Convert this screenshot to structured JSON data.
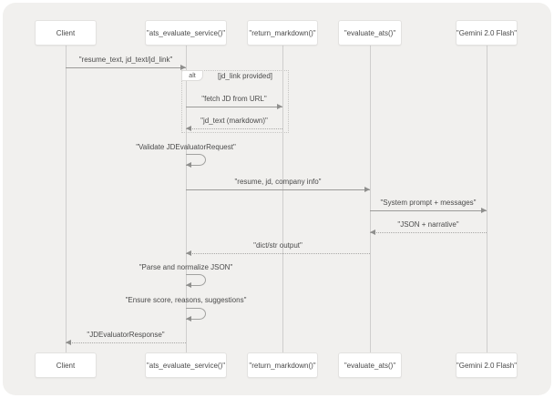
{
  "diagram": {
    "type": "sequence",
    "participants": [
      {
        "label": "Client"
      },
      {
        "label": "\"ats_evaluate_service()\""
      },
      {
        "label": "\"return_markdown()\""
      },
      {
        "label": "\"evaluate_ats()\""
      },
      {
        "label": "\"Gemini 2.0 Flash\""
      }
    ],
    "alt_fragment": {
      "operator": "alt",
      "condition": "[jd_link provided]"
    },
    "messages": [
      {
        "from": "Client",
        "to": "\"ats_evaluate_service()\"",
        "label": "\"resume_text, jd_text/jd_link\"",
        "line": "solid"
      },
      {
        "from": "\"ats_evaluate_service()\"",
        "to": "\"return_markdown()\"",
        "label": "\"fetch JD from URL\"",
        "line": "solid",
        "in_fragment": "alt"
      },
      {
        "from": "\"return_markdown()\"",
        "to": "\"ats_evaluate_service()\"",
        "label": "\"jd_text (markdown)\"",
        "line": "dotted",
        "in_fragment": "alt"
      },
      {
        "self": true,
        "on": "\"ats_evaluate_service()\"",
        "label": "\"Validate JDEvaluatorRequest\"",
        "line": "solid"
      },
      {
        "from": "\"ats_evaluate_service()\"",
        "to": "\"evaluate_ats()\"",
        "label": "\"resume, jd, company info\"",
        "line": "solid"
      },
      {
        "from": "\"evaluate_ats()\"",
        "to": "\"Gemini 2.0 Flash\"",
        "label": "\"System prompt + messages\"",
        "line": "solid"
      },
      {
        "from": "\"Gemini 2.0 Flash\"",
        "to": "\"evaluate_ats()\"",
        "label": "\"JSON + narrative\"",
        "line": "dotted"
      },
      {
        "from": "\"evaluate_ats()\"",
        "to": "\"ats_evaluate_service()\"",
        "label": "\"dict/str output\"",
        "line": "dotted"
      },
      {
        "self": true,
        "on": "\"ats_evaluate_service()\"",
        "label": "\"Parse and normalize JSON\"",
        "line": "solid"
      },
      {
        "self": true,
        "on": "\"ats_evaluate_service()\"",
        "label": "\"Ensure score, reasons, suggestions\"",
        "line": "solid"
      },
      {
        "from": "\"ats_evaluate_service()\"",
        "to": "Client",
        "label": "\"JDEvaluatorResponse\"",
        "line": "dotted"
      }
    ],
    "colors": {
      "page_bg": "#ffffff",
      "panel_bg": "#f1f0ee",
      "participant_bg": "#ffffff",
      "participant_border": "#e3e2e0",
      "lifeline": "#cfcecd",
      "arrow": "#9b9b99",
      "text": "#4a4a4a"
    }
  }
}
